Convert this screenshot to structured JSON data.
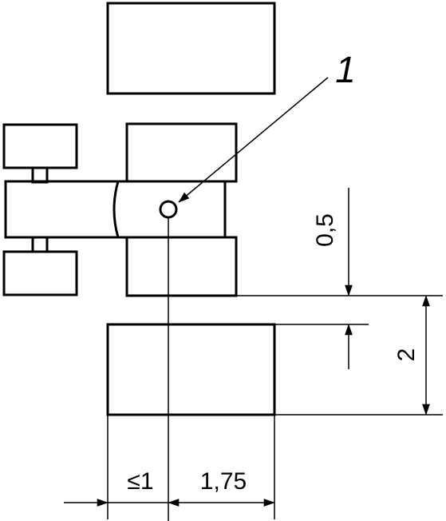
{
  "diagram": {
    "callout_number": "1",
    "dimensions": {
      "gap_label": "0,5",
      "depth_label": "2",
      "offset_label": "≤1",
      "width_label": "1,75"
    },
    "colors": {
      "stroke": "#000000",
      "background": "#ffffff"
    }
  }
}
